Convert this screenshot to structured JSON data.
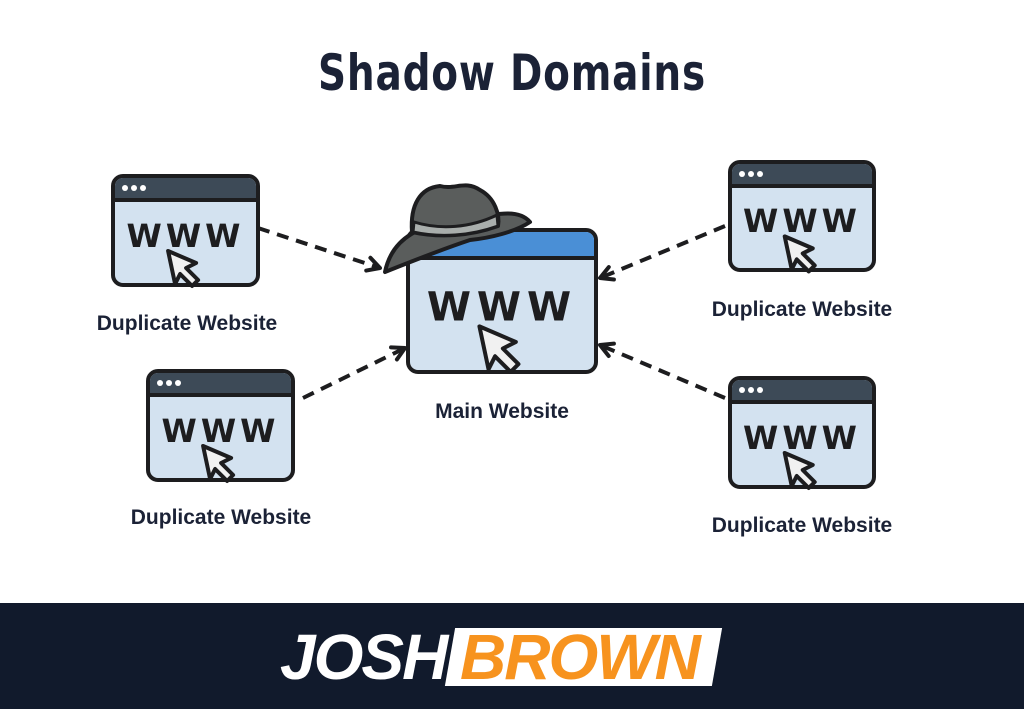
{
  "title": "Shadow Domains",
  "main_website": {
    "label": "Main Website",
    "icon_text": "WWW"
  },
  "duplicates": [
    {
      "label": "Duplicate Website",
      "icon_text": "WWW"
    },
    {
      "label": "Duplicate Website",
      "icon_text": "WWW"
    },
    {
      "label": "Duplicate Website",
      "icon_text": "WWW"
    },
    {
      "label": "Duplicate Website",
      "icon_text": "WWW"
    }
  ],
  "footer": {
    "logo_part1": "JOSH",
    "logo_part2": "BROWN"
  },
  "colors": {
    "title": "#1b2236",
    "footer_bg": "#111a2c",
    "accent_orange": "#f7931e",
    "main_header": "#4a8fd6",
    "dup_header": "#3d4a57",
    "body_fill": "#d3e2f0"
  }
}
